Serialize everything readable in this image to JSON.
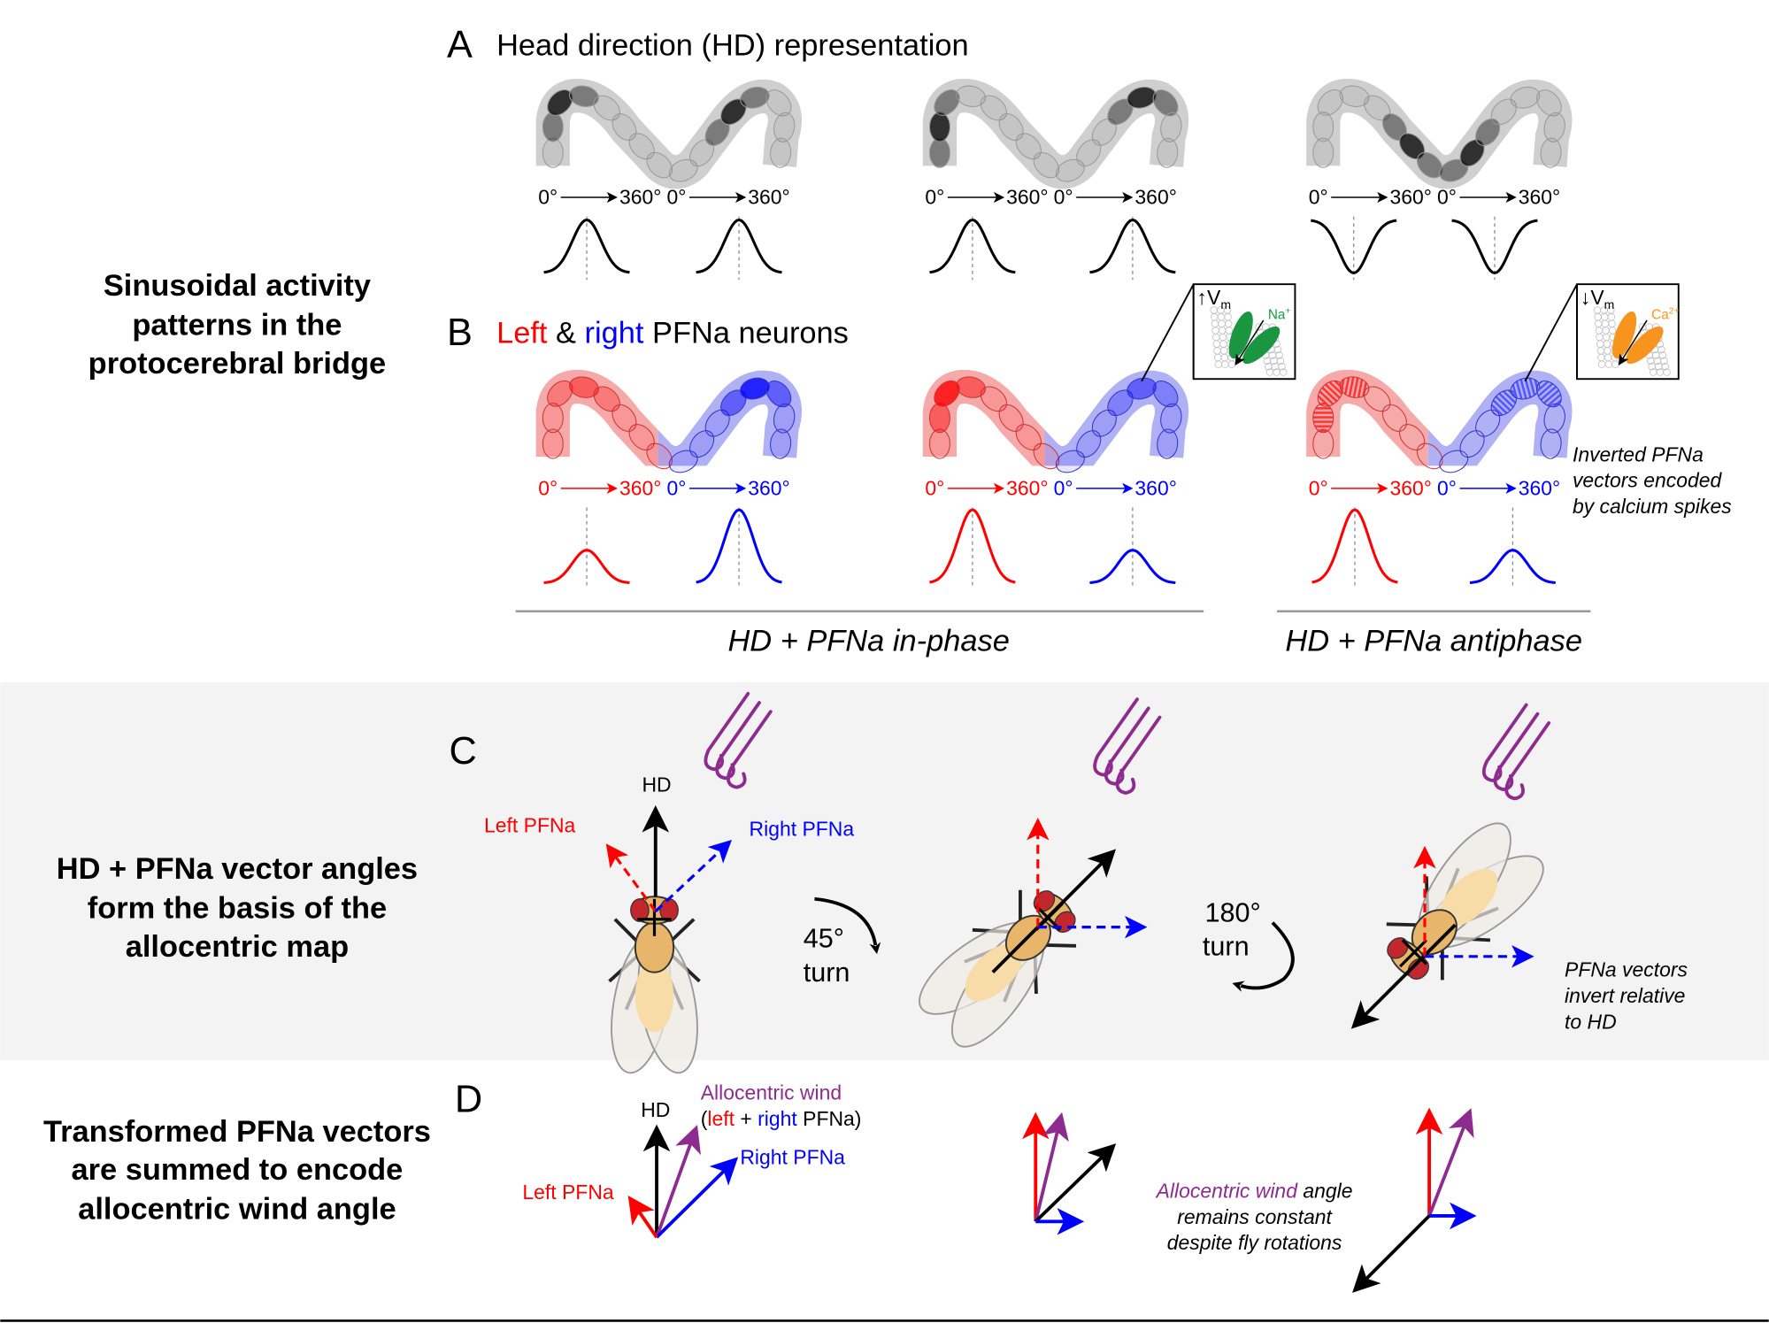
{
  "row_labels": {
    "ab": [
      "Sinusoidal activity",
      "patterns in the",
      "protocerebral bridge"
    ],
    "c": [
      "HD + PFNa vector angles",
      "form the basis of the",
      "allocentric map"
    ],
    "d": [
      "Transformed PFNa vectors",
      "are summed to encode",
      "allocentric wind angle"
    ]
  },
  "panel_a": {
    "letter": "A",
    "title": "Head direction (HD) representation"
  },
  "panel_b": {
    "letter": "B",
    "title_left": "Left",
    "title_amp": " & ",
    "title_right": "right",
    "title_rest": " PFNa neurons"
  },
  "axis": {
    "start": "0°",
    "end": "360°"
  },
  "conditions": {
    "in_phase": "HD + PFNa in-phase",
    "antiphase": "HD + PFNa antiphase"
  },
  "insets": [
    {
      "vm": "↑V",
      "sub": "m",
      "ion": "Na",
      "sup": "+",
      "color": "#1a9641"
    },
    {
      "vm": "↓V",
      "sub": "m",
      "ion": "Ca",
      "sup": "2+",
      "color": "#f7941d"
    }
  ],
  "note_b": [
    "Inverted PFNa",
    "vectors encoded",
    "by calcium spikes"
  ],
  "panel_c": {
    "letter": "C",
    "hd": "HD",
    "left_pfna": "Left PFNa",
    "right_pfna": "Right PFNa",
    "turn1": [
      "45°",
      "turn"
    ],
    "turn2": [
      "180°",
      "turn"
    ],
    "note": [
      "PFNa vectors",
      "invert relative",
      "to HD"
    ]
  },
  "panel_d": {
    "letter": "D",
    "hd": "HD",
    "wind": "Allocentric wind",
    "paren_open": "(",
    "left": "left",
    "plus": " + ",
    "right": "right",
    "paren_close": " PFNa)",
    "right_pfna": "Right PFNa",
    "left_pfna": "Left PFNa",
    "note_wind": "Allocentric wind",
    "note_rest": " angle",
    "note_lines": [
      "remains constant",
      "despite fly rotations"
    ]
  },
  "colors": {
    "left": "#ff0000",
    "right": "#0000ff",
    "wind": "#8e2b8e",
    "hd": "#000000",
    "background_c": "#f3f3f3"
  }
}
